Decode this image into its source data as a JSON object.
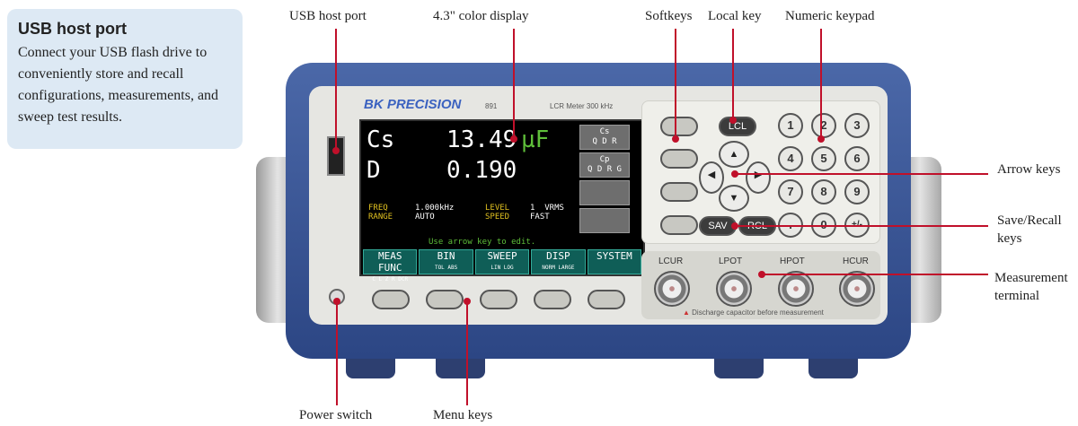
{
  "info": {
    "title": "USB host port",
    "body": "Connect your USB flash drive to conveniently store and recall configurations, measurements, and sweep test results."
  },
  "callouts": {
    "usb": "USB host port",
    "display": "4.3\" color display",
    "softkeys": "Softkeys",
    "local": "Local key",
    "numeric": "Numeric keypad",
    "arrow": "Arrow keys",
    "saverecall_1": "Save/Recall",
    "saverecall_2": "keys",
    "terminal_1": "Measurement",
    "terminal_2": "terminal",
    "power": "Power switch",
    "menu": "Menu keys"
  },
  "device": {
    "brand": "BK PRECISION",
    "model": "891",
    "description": "LCR Meter 300 kHz",
    "warning": "Discharge capacitor before measurement"
  },
  "screen": {
    "param1": "Cs",
    "value1": "13.49",
    "unit1": "µF",
    "param2": "D",
    "value2": "0.190",
    "freq_label": "FREQ",
    "freq": "1.000kHz",
    "range_label": "RANGE",
    "range": "AUTO",
    "level_label": "LEVEL",
    "level": "1  VRMS",
    "speed_label": "SPEED",
    "speed": "FAST",
    "hint": "Use arrow key to edit.",
    "softkeys": [
      {
        "top": "Cs",
        "bottom": "Q D R"
      },
      {
        "top": "Cp",
        "bottom": "Q D R G"
      },
      {
        "top": "",
        "bottom": ""
      },
      {
        "top": "",
        "bottom": ""
      }
    ],
    "menu": [
      {
        "label": "MEAS FUNC",
        "sub": "C L Z R DCR"
      },
      {
        "label": "BIN",
        "sub": "TOL    ABS"
      },
      {
        "label": "SWEEP",
        "sub": "LIN    LOG"
      },
      {
        "label": "DISP",
        "sub": "NORM   LARGE"
      },
      {
        "label": "SYSTEM",
        "sub": ""
      }
    ]
  },
  "keys": {
    "lcl": "LCL",
    "sav": "SAV",
    "rcl": "RCL",
    "up": "▲",
    "down": "▼",
    "left": "◀",
    "right": "▶",
    "numbers": [
      "1",
      "2",
      "3",
      "4",
      "5",
      "6",
      "7",
      "8",
      "9",
      ".",
      "0",
      "+/-"
    ]
  },
  "terminals": [
    "LCUR",
    "LPOT",
    "HPOT",
    "HCUR"
  ],
  "colors": {
    "callout_line": "#c0102a",
    "body": "#3a5596",
    "info_bg": "#dde9f4",
    "unit_green": "#5fbf3a",
    "label_yellow": "#e0c020"
  }
}
